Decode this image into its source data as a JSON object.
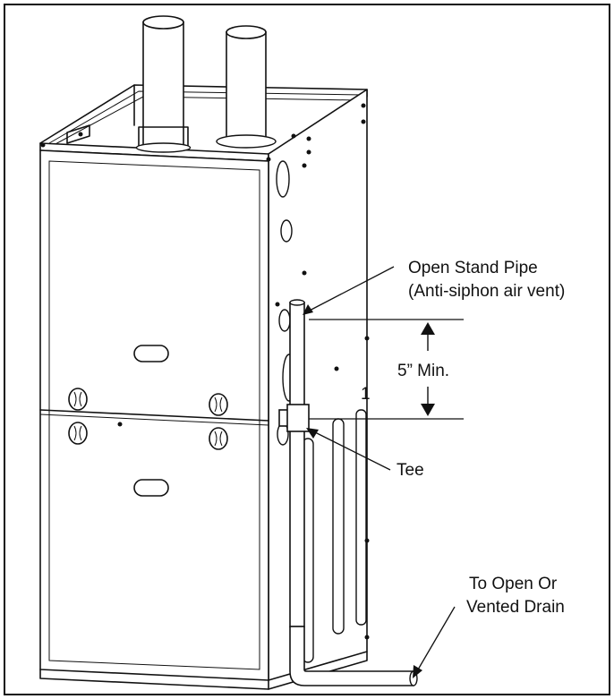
{
  "labels": {
    "stand_pipe_line1": "Open Stand Pipe",
    "stand_pipe_line2": "(Anti-siphon air vent)",
    "dimension": "5” Min.",
    "tee": "Tee",
    "drain_line1": "To Open Or",
    "drain_line2": "Vented Drain",
    "panel_mark": "1"
  }
}
